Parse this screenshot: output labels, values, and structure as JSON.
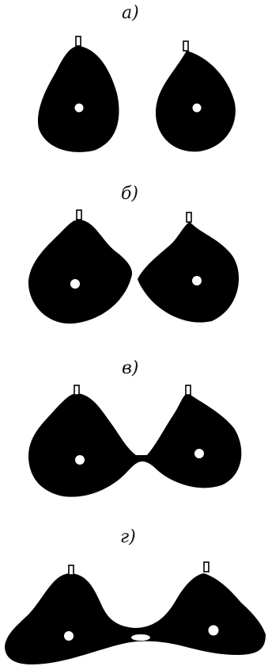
{
  "panels": [
    {
      "label": "а)"
    },
    {
      "label": "б)"
    },
    {
      "label": "в)"
    },
    {
      "label": "г)"
    }
  ],
  "colors": {
    "shape": "#000000",
    "background": "#ffffff"
  }
}
